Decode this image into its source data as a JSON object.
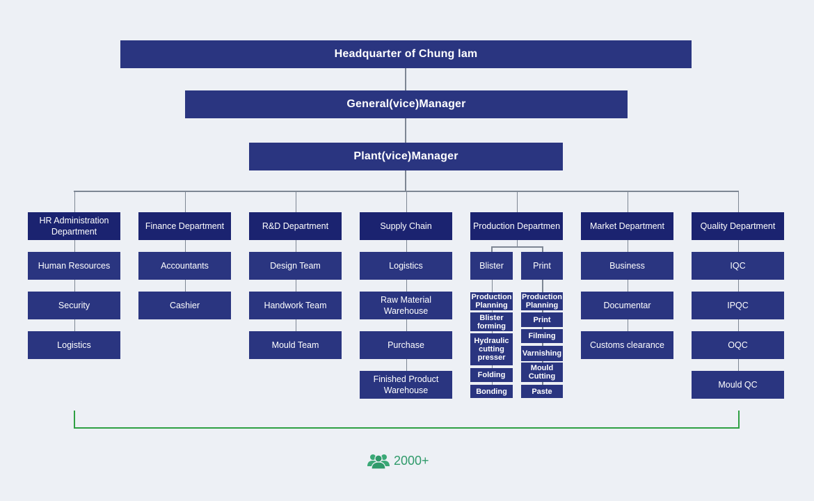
{
  "org": {
    "headquarter": "Headquarter of Chung lam",
    "general_manager": "General(vice)Manager",
    "plant_manager": "Plant(vice)Manager",
    "departments": [
      {
        "label": "HR Administration Department",
        "teams": [
          "Human Resources",
          "Security",
          "Logistics"
        ]
      },
      {
        "label": "Finance Department",
        "teams": [
          "Accountants",
          "Cashier"
        ]
      },
      {
        "label": "R&D Department",
        "teams": [
          "Design Team",
          "Handwork Team",
          "Mould Team"
        ]
      },
      {
        "label": "Supply Chain",
        "teams": [
          "Logistics",
          "Raw Material Warehouse",
          "Purchase",
          "Finished Product Warehouse"
        ]
      },
      {
        "label": "Production Departmen",
        "sub_groups": [
          {
            "label": "Blister",
            "steps": [
              "Production Planning",
              "Blister forming",
              "Hydraulic cutting presser",
              "Folding",
              "Bonding"
            ]
          },
          {
            "label": "Print",
            "steps": [
              "Production Planning",
              "Print",
              "Filming",
              "Varnishing",
              "Mould Cutting",
              "Paste"
            ]
          }
        ]
      },
      {
        "label": "Market Department",
        "teams": [
          "Business",
          "Documentar",
          "Customs clearance"
        ]
      },
      {
        "label": "Quality Department",
        "teams": [
          "IQC",
          "IPQC",
          "OQC",
          "Mould QC"
        ]
      }
    ]
  },
  "staff_count": "2000+",
  "colors": {
    "box": "#2a3580",
    "box_dark": "#1b2370",
    "connector": "#7d8693",
    "bracket": "#2ea043",
    "staff_text": "#2f9a6a"
  }
}
